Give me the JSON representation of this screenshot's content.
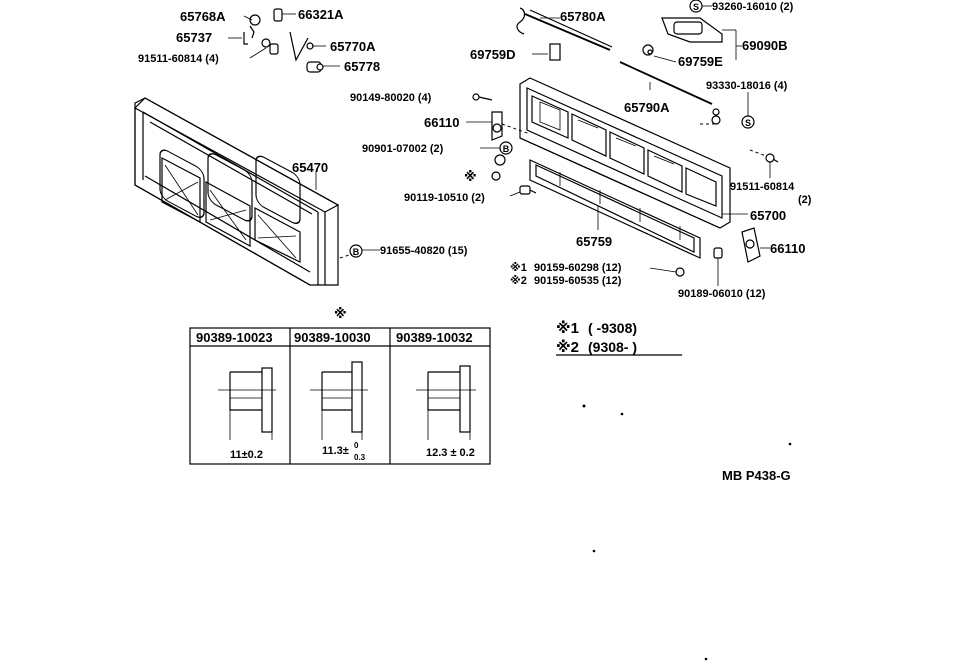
{
  "labels": {
    "p65768A": "65768A",
    "p66321A": "66321A",
    "p65737": "65737",
    "p91511_4": "91511-60814 (4)",
    "p65770A": "65770A",
    "p65778": "65778",
    "p65780A": "65780A",
    "p69759D": "69759D",
    "p93260": "93260-16010 (2)",
    "p69090B": "69090B",
    "p69759E": "69759E",
    "p93330": "93330-18016 (4)",
    "p65790A": "65790A",
    "p90149": "90149-80020 (4)",
    "p66110a": "66110",
    "p90901": "90901-07002 (2)",
    "p65470": "65470",
    "p90119": "90119-10510 (2)",
    "p91511_2": "91511-60814",
    "p91511_2q": "(2)",
    "p65700": "65700",
    "p65759": "65759",
    "p91655": "91655-40820 (15)",
    "p66110b": "66110",
    "p90159a": "90159-60298 (12)",
    "p90159b": "90159-60535 (12)",
    "p90189": "90189-06010 (12)"
  },
  "marks": {
    "asterisk": "※",
    "star1": "※1",
    "star2": "※2",
    "circle_s": "S",
    "circle_b": "B"
  },
  "table": {
    "headers": [
      "90389-10023",
      "90389-10030",
      "90389-10032"
    ],
    "dims": [
      "11±0.2",
      "11.3",
      "12.3 ± 0.2"
    ],
    "dim2_upper": "0",
    "dim2_lower": "0.3",
    "dim2_prefix": "11.3±"
  },
  "notes": {
    "n1_mark": "※1",
    "n1_text": "(        -9308)",
    "n2_mark": "※2",
    "n2_text": "(9308-        )"
  },
  "footer": {
    "code": "MB  P438-G"
  }
}
